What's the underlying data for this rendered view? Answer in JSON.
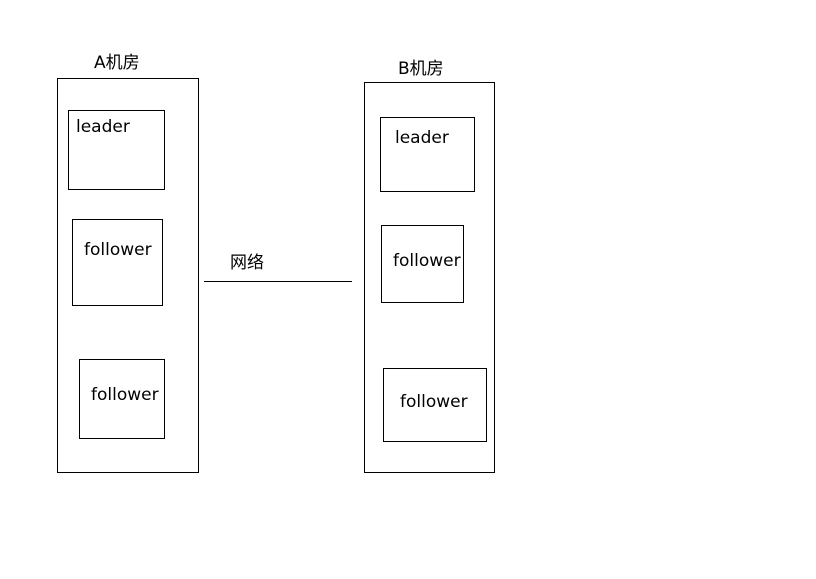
{
  "rooms": [
    {
      "title": "A机房",
      "nodes": [
        "leader",
        "follower",
        "follower"
      ]
    },
    {
      "title": "B机房",
      "nodes": [
        "leader",
        "follower",
        "follower"
      ]
    }
  ],
  "link": {
    "label": "网络"
  }
}
